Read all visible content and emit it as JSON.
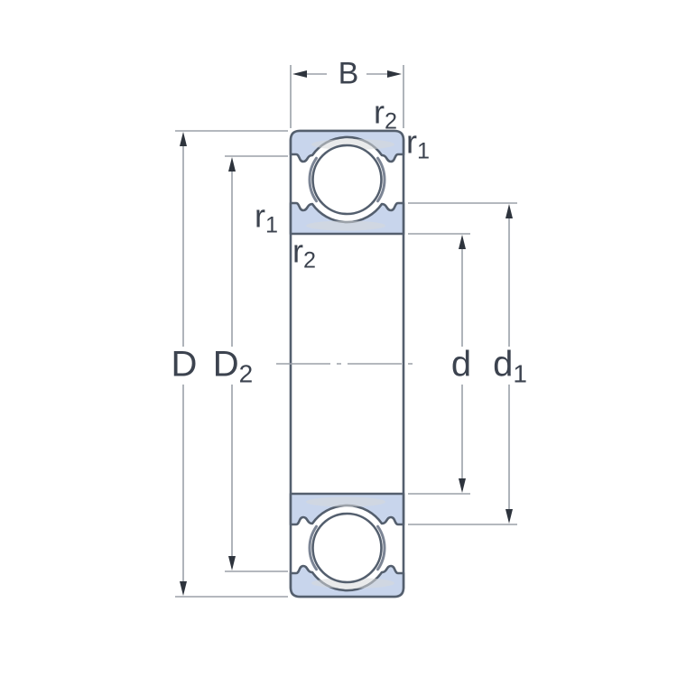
{
  "diagram_type": "bearing-cross-section",
  "colors": {
    "bg": "#ffffff",
    "ring_fill": "#c8d5ec",
    "outline": "#545f6e",
    "ball_fill": "#ffffff",
    "cage": "#7c8595",
    "highlight": "#d7d9db",
    "dim_line": "#9ba1a9",
    "arrow": "#2e343d",
    "label": "#3c434f"
  },
  "labels": {
    "B": {
      "base": "B",
      "sub": ""
    },
    "D": {
      "base": "D",
      "sub": ""
    },
    "D2": {
      "base": "D",
      "sub": "2"
    },
    "d": {
      "base": "d",
      "sub": ""
    },
    "d1": {
      "base": "d",
      "sub": "1"
    },
    "r2_top": {
      "base": "r",
      "sub": "2"
    },
    "r1_top": {
      "base": "r",
      "sub": "1"
    },
    "r1_left": {
      "base": "r",
      "sub": "1"
    },
    "r2_left": {
      "base": "r",
      "sub": "2"
    }
  }
}
